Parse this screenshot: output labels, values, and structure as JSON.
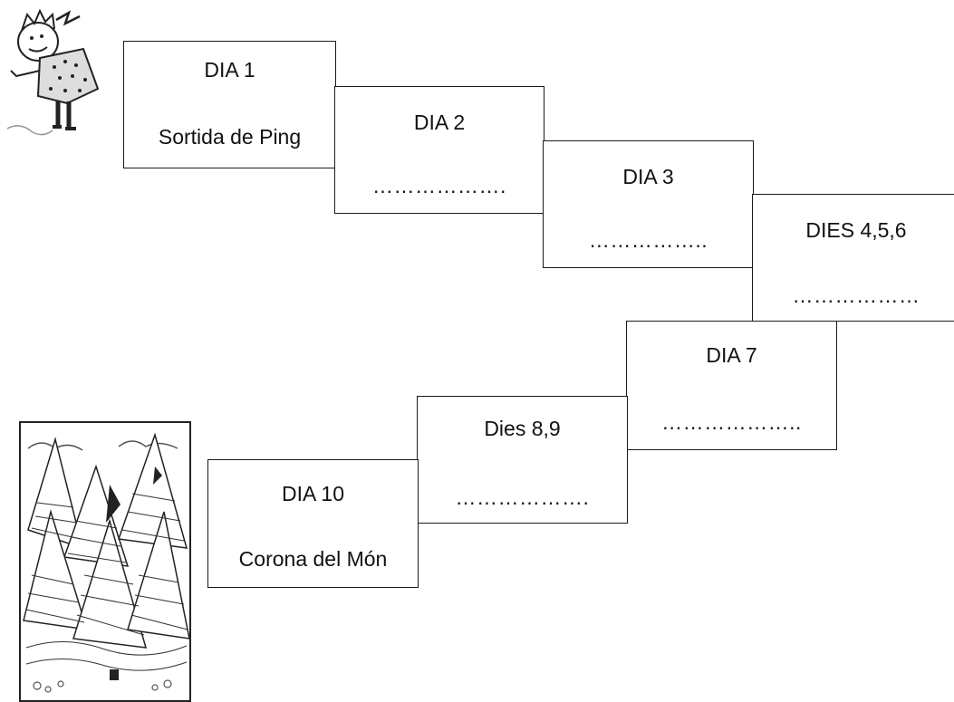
{
  "steps": [
    {
      "title": "DIA 1",
      "detail": "Sortida de Ping"
    },
    {
      "title": "DIA 2",
      "detail": "………………."
    },
    {
      "title": "DIA 3",
      "detail": "…………….."
    },
    {
      "title": "DIES 4,5,6",
      "detail": "………………"
    },
    {
      "title": "DIA 7",
      "detail": "……………….."
    },
    {
      "title": "Dies 8,9",
      "detail": "………………."
    },
    {
      "title": "DIA 10",
      "detail": "Corona del Món"
    }
  ],
  "illustrations": [
    {
      "name": "child-figure-drawing"
    },
    {
      "name": "mountains-drawing"
    }
  ]
}
